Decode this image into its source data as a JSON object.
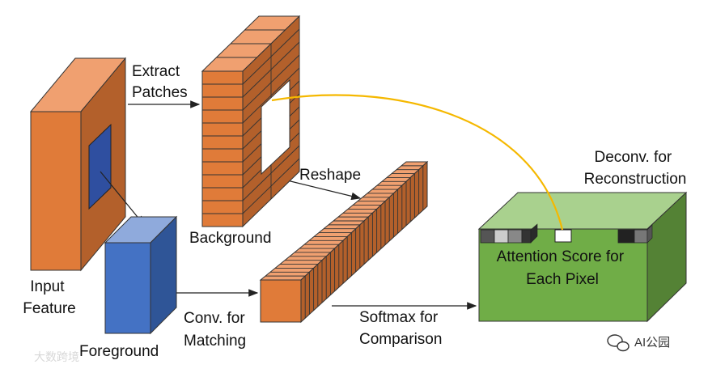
{
  "labels": {
    "extract_patches": [
      "Extract",
      "Patches"
    ],
    "input_feature": [
      "Input",
      "Feature"
    ],
    "foreground": "Foreground",
    "background": "Background",
    "reshape": "Reshape",
    "conv_matching": [
      "Conv. for",
      "Matching"
    ],
    "softmax": [
      "Softmax for",
      "Comparison"
    ],
    "deconv": [
      "Deconv. for",
      "Reconstruction"
    ],
    "attention": [
      "Attention Score for",
      "Each Pixel"
    ]
  },
  "watermarks": {
    "left": "大数跨境",
    "right": "AI公园"
  },
  "colors": {
    "orange_front": "#e07b39",
    "orange_side": "#b3602b",
    "orange_top": "#f0a070",
    "blue_front": "#4472c4",
    "blue_side": "#2f5597",
    "blue_top": "#8faadc",
    "green_front": "#70ad47",
    "green_side": "#548235",
    "green_top": "#a9d18e",
    "attention_curve": "#f5b800"
  }
}
